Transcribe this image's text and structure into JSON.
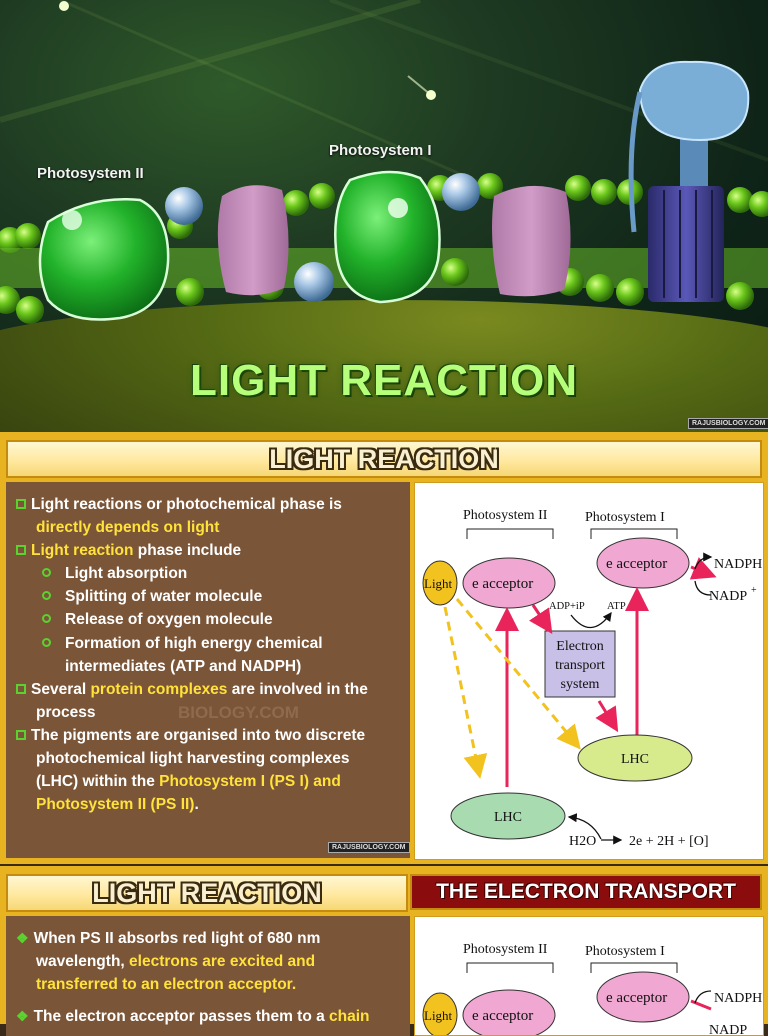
{
  "hero": {
    "label_ps2": "Photosystem II",
    "label_ps1": "Photosystem I",
    "title": "LIGHT REACTION",
    "watermark": "RAJUSBIOLOGY.COM"
  },
  "slide2": {
    "title": "LIGHT REACTION",
    "bullets": [
      {
        "a": "Light reactions or photochemical phase is",
        "b": "directly depends on light"
      },
      {
        "hl": "Light reaction",
        "rest": " phase include"
      },
      {
        "sub": [
          "Light absorption",
          "Splitting of water molecule",
          "Release of oxygen molecule",
          "Formation of high energy chemical",
          "intermediates (ATP and NADPH)"
        ]
      },
      {
        "a": "Several ",
        "hl": "protein complexes",
        "rest": " are involved in the",
        "line2": "process"
      },
      {
        "l1": "The pigments are organised into two discrete",
        "l2": "photochemical light harvesting complexes",
        "l3a": "(LHC) within the ",
        "l3hl": "Photosystem I (PS I) and",
        "l4hl": "Photosystem II (PS II)",
        "l4": "."
      }
    ],
    "watermark": "RAJUSBIOLOGY.COM",
    "faded_watermark": "BIOLOGY.COM"
  },
  "diagram": {
    "ps2": "Photosystem II",
    "ps1": "Photosystem I",
    "light": "Light",
    "acceptor": "e acceptor",
    "nadph": "NADPH",
    "nadp": "NADP",
    "adp": "ADP+iP",
    "atp": "ATP",
    "ets": [
      "Electron",
      "transport",
      "system"
    ],
    "lhc": "LHC",
    "water_left": "H2O",
    "water_right": "2e + 2H + [O]"
  },
  "slide3": {
    "title": "LIGHT REACTION",
    "red_title": "THE ELECTRON TRANSPORT",
    "b1_l1": "When PS II absorbs red light of 680 nm",
    "b1_l2a": "wavelength, ",
    "b1_l2hl": "electrons are excited and",
    "b1_l3hl": "transferred to an electron acceptor.",
    "b2_a": "The electron acceptor passes them to a ",
    "b2_hl": "chain"
  },
  "colors": {
    "gold": "#e7b320",
    "brown": "#7b5538",
    "pink": "#f0a8d2",
    "lime": "#d7ea8c",
    "arrow_red": "#e8245a",
    "arrow_yellow": "#f2c21e"
  }
}
